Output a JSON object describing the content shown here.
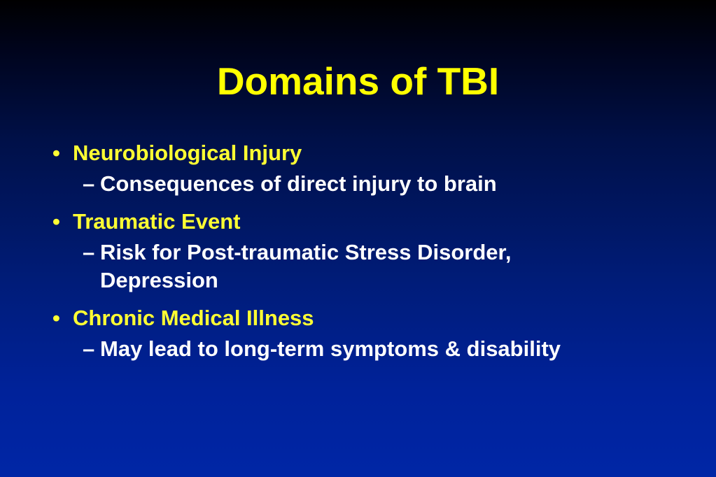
{
  "slide": {
    "title": "Domains of TBI",
    "bullet_glyph": "•",
    "dash_glyph": "–",
    "colors": {
      "background_top": "#000000",
      "background_bottom": "#0026a6",
      "title": "#ffff00",
      "level1_text": "#ffff33",
      "level2_text": "#ffffff"
    },
    "items": [
      {
        "heading": "Neurobiological Injury",
        "detail": "Consequences of direct injury to brain"
      },
      {
        "heading": "Traumatic Event",
        "detail": "Risk for Post-traumatic Stress Disorder, Depression"
      },
      {
        "heading": "Chronic Medical Illness",
        "detail": "May lead to long-term symptoms & disability"
      }
    ]
  }
}
